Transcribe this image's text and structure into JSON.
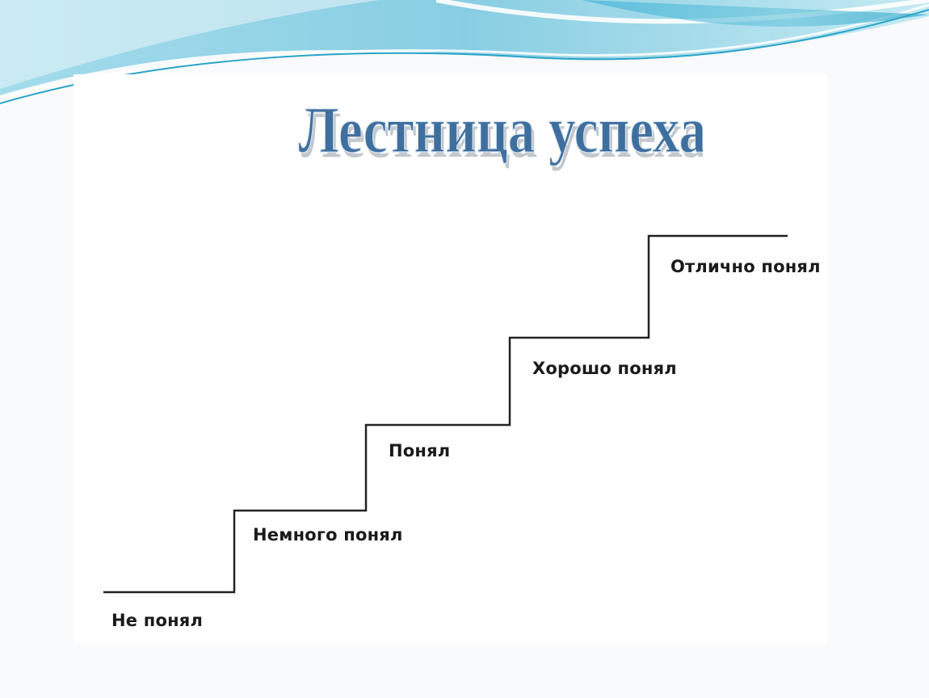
{
  "slide": {
    "title": "Лестница успеха",
    "colors": {
      "title_fill": "#3f6f9f",
      "title_shadow": "#9aa4ad",
      "wave_light": "#bfe8f2",
      "wave_mid": "#6fc6dd",
      "wave_dark": "#2aa3c7",
      "stair_line": "#222222"
    }
  },
  "stairs": {
    "steps": [
      {
        "label": "Не понял"
      },
      {
        "label": "Немного понял"
      },
      {
        "label": "Понял"
      },
      {
        "label": "Хорошо понял"
      },
      {
        "label": "Отлично понял"
      }
    ]
  }
}
